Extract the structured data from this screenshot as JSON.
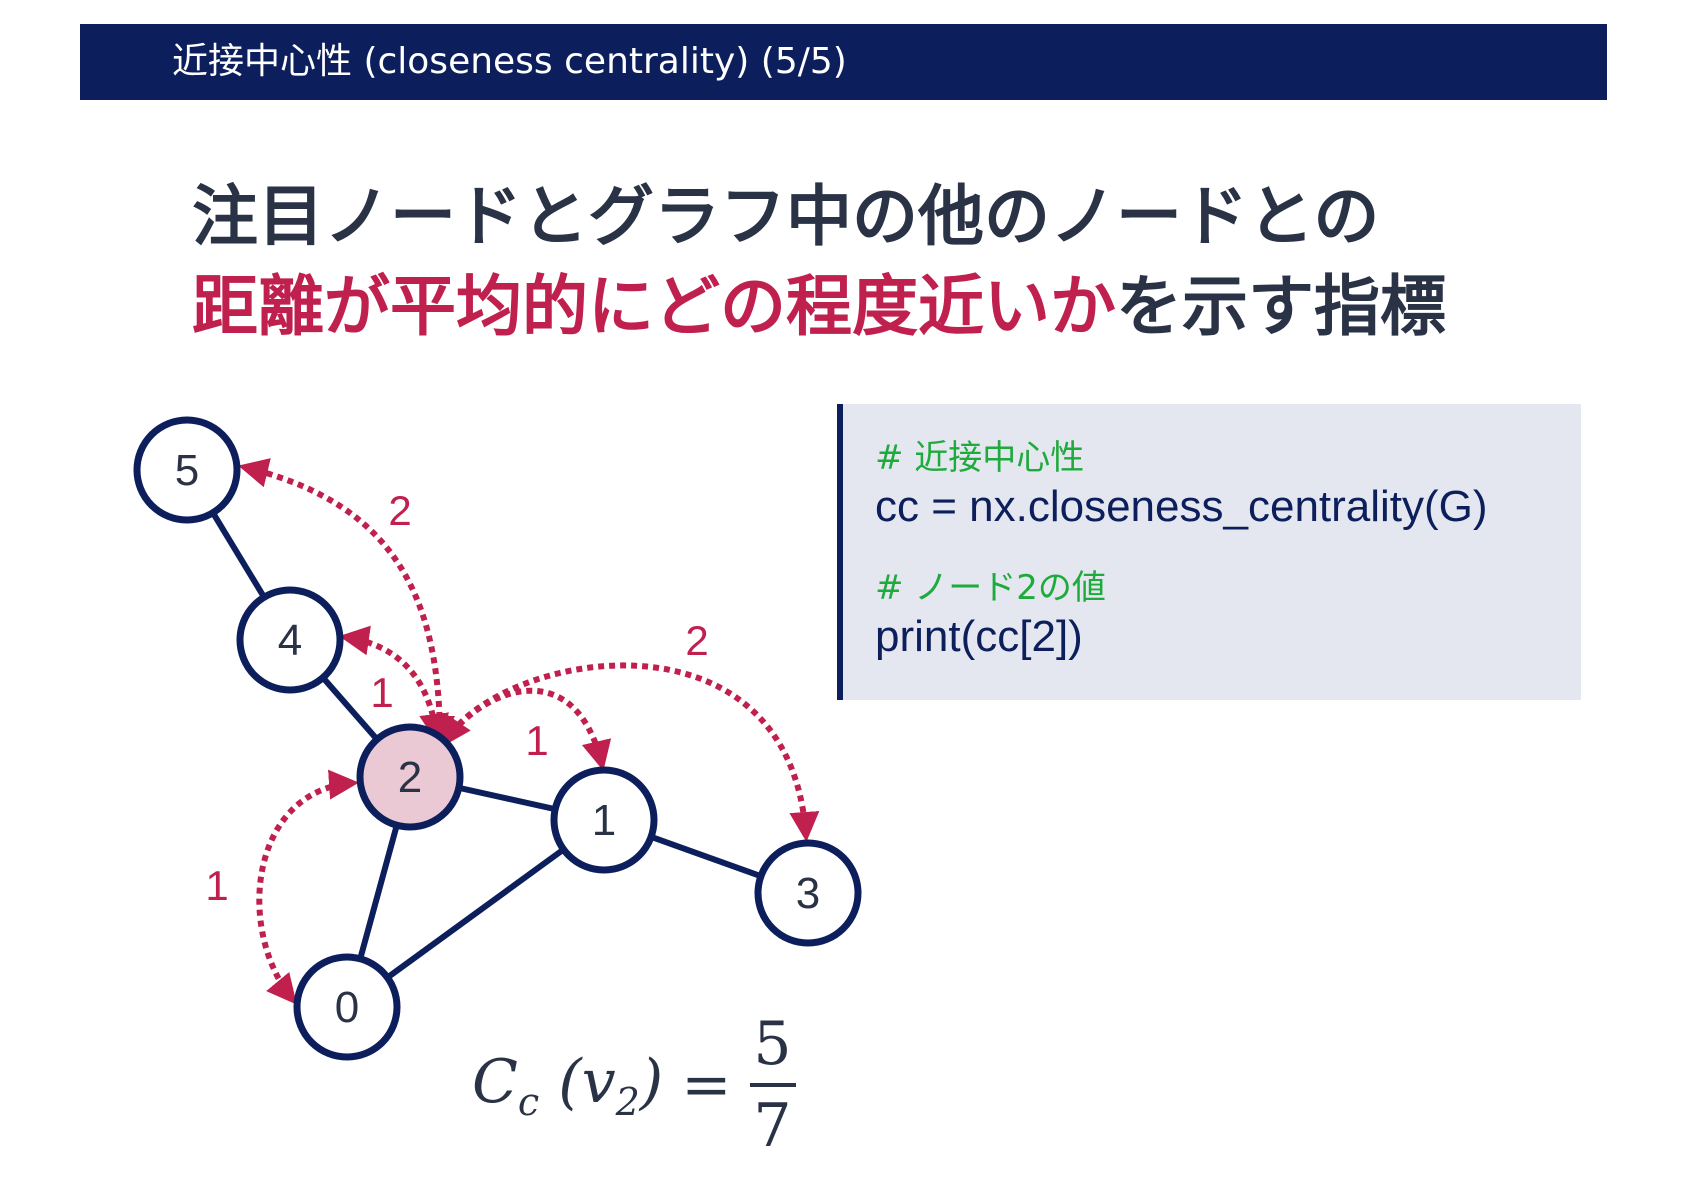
{
  "header": {
    "title": "近接中心性 (closeness centrality) (5/5)"
  },
  "headline": {
    "line1": "注目ノードとグラフ中の他のノードとの",
    "line2_accent": "距離が平均的にどの程度近いか",
    "line2_rest": "を示す指標"
  },
  "code": {
    "comment1": "# 近接中心性",
    "line1": "cc = nx.closeness_centrality(G)",
    "comment2": "# ノード2の値",
    "line2": "print(cc[2])"
  },
  "graph": {
    "nodes": [
      "5",
      "4",
      "2",
      "1",
      "3",
      "0"
    ],
    "highlighted_node": "2",
    "edges": [
      [
        "5",
        "4"
      ],
      [
        "4",
        "2"
      ],
      [
        "2",
        "1"
      ],
      [
        "2",
        "0"
      ],
      [
        "1",
        "0"
      ],
      [
        "1",
        "3"
      ]
    ],
    "distance_labels": {
      "to_5": "2",
      "to_4": "1",
      "to_1": "1",
      "to_3": "2",
      "to_0": "1"
    }
  },
  "formula": {
    "lhs_symbol": "C",
    "lhs_sub": "c",
    "arg_symbol": "v",
    "arg_sub": "2",
    "numerator": "5",
    "denominator": "7"
  },
  "colors": {
    "header_bg": "#0c1f5c",
    "node_stroke": "#0c1f5c",
    "highlight_fill": "#eac9d4",
    "accent": "#c0204e",
    "comment": "#1faa3c"
  }
}
